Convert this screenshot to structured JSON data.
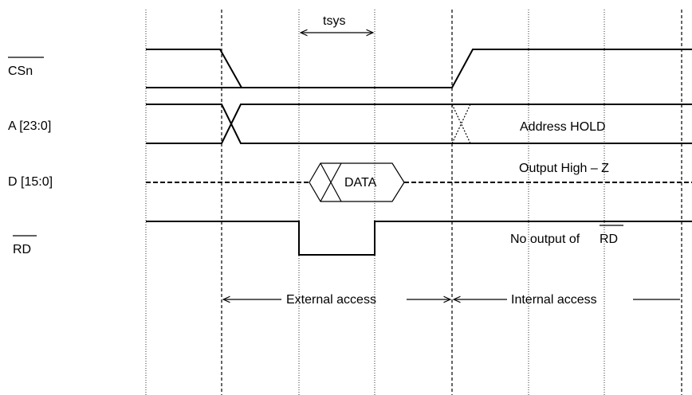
{
  "signals": {
    "cs": "CSn",
    "address": "A [23:0]",
    "data": "D [15:0]",
    "rd": "RD"
  },
  "annotations": {
    "tsys": "tsys",
    "data_label": "DATA",
    "address_hold": "Address HOLD",
    "output_high_z": "Output High – Z",
    "no_output_prefix": "No output of",
    "no_output_signal": "RD"
  },
  "access": {
    "external": "External access",
    "internal": "Internal access"
  }
}
